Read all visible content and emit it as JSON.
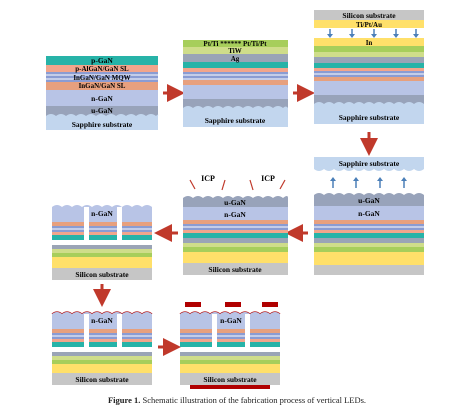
{
  "labels": {
    "p1": {
      "p_gan": "p-GaN",
      "p_algan_sl": "p-AlGaN/GaN SL",
      "mqw": "InGaN/GaN MQW",
      "ingan_sl": "InGaN/GaN SL",
      "n_gan": "n-GaN",
      "u_gan": "u-GaN",
      "substrate": "Sapphire substrate"
    },
    "p2": {
      "top_contact": "Pt/Ti ****** Pt/Ti/Pt",
      "tiw": "TiW",
      "ag": "Ag",
      "substrate": "Sapphire substrate"
    },
    "p3": {
      "silicon": "Silicon substrate",
      "metal": "Ti/Pt/Au",
      "indium": "In",
      "substrate": "Sapphire substrate"
    },
    "p4": {
      "substrate": "Sapphire substrate",
      "u_gan": "u-GaN",
      "n_gan": "n-GaN"
    },
    "p5": {
      "icp_left": "ICP",
      "icp_right": "ICP",
      "u_gan": "u-GaN",
      "n_gan": "n-GaN",
      "silicon": "Silicon substrate"
    },
    "p6": {
      "n_gan": "n-GaN",
      "silicon": "Silicon substrate"
    },
    "p7": {
      "n_gan": "n-GaN",
      "silicon": "Silicon substrate"
    },
    "p8": {
      "n_gan": "n-GaN",
      "silicon": "Silicon substrate"
    }
  },
  "caption": {
    "label": "Figure 1.",
    "text": " Schematic illustration of the fabrication process of vertical LEDs."
  },
  "colors": {
    "p_gan": "#27b3a8",
    "p_algan": "#f2a58c",
    "mqw_a": "#8a9cd3",
    "mqw_b": "#c4cde9",
    "ingan_sl": "#e7a07e",
    "n_gan": "#b8c4e6",
    "u_gan": "#98a3ba",
    "sapphire": "#c2d6ee",
    "silicon": "#c6c6c6",
    "ag": "#a7ce5b",
    "tiw": "#cfdd8a",
    "gray_band": "#8c8c8c",
    "indium": "#ffe06a",
    "arrow_red": "#c0392b",
    "arrow_blue": "#4b7fb8",
    "dark_red": "#b00000"
  }
}
